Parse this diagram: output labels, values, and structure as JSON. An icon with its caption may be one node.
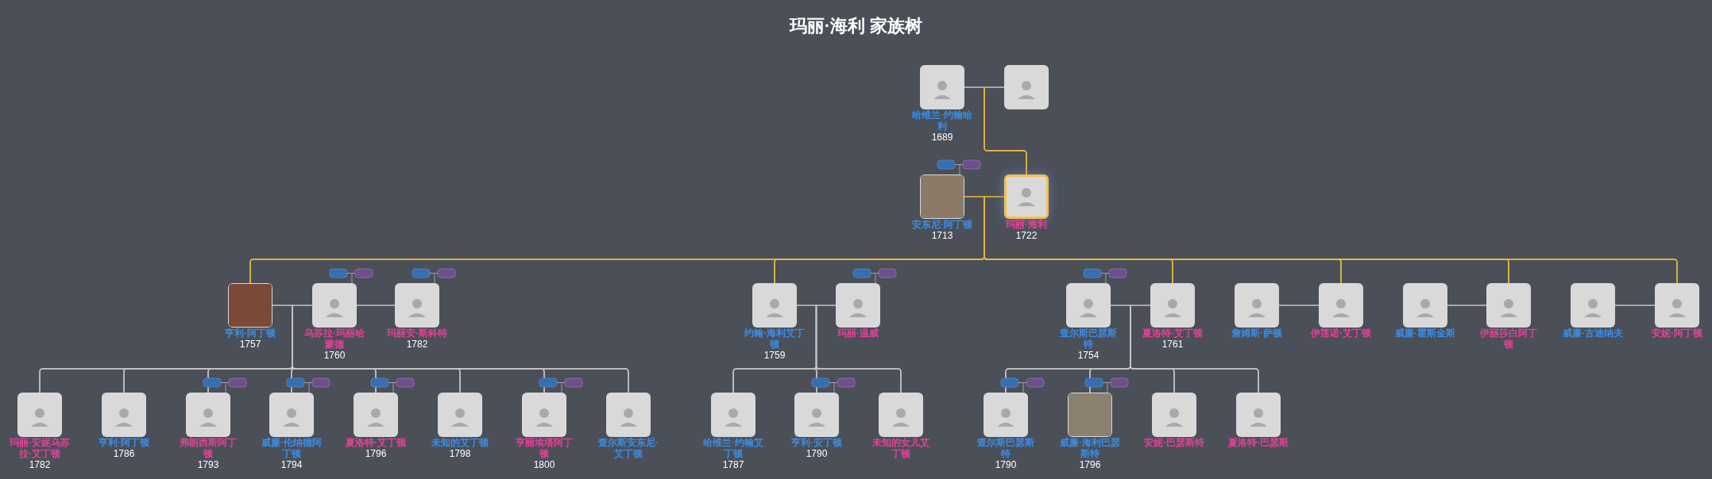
{
  "diagram": {
    "title": "玛丽·海利 家族树",
    "nodes": [
      {
        "text": [
          "哈维兰·约翰哈利",
          "1689"
        ]
      },
      {
        "text": [],
        "shape": "person"
      },
      {
        "text": [
          "安东尼·阿丁顿",
          "1713"
        ]
      },
      {
        "text": [
          "玛丽·海利",
          "1722"
        ]
      },
      {
        "text": [
          "亨利·阿丁顿",
          "1757"
        ]
      },
      {
        "text": [
          "乌苏拉·玛丽哈蒙德",
          "1760"
        ]
      },
      {
        "text": [
          "玛丽安·斯科特",
          "1782"
        ]
      },
      {
        "text": [
          "约翰·海利艾丁顿",
          "1759"
        ]
      },
      {
        "text": [
          "玛丽·温威"
        ]
      },
      {
        "text": [
          "查尔斯巴瑟斯特",
          "1754"
        ]
      },
      {
        "text": [
          "夏洛特·艾丁顿",
          "1761"
        ]
      },
      {
        "text": [
          "詹姆斯·萨顿"
        ]
      },
      {
        "text": [
          "伊莲诺·艾丁顿"
        ]
      },
      {
        "text": [
          "威廉·霍斯金斯"
        ]
      },
      {
        "text": [
          "伊丽莎白阿丁顿"
        ]
      },
      {
        "text": [
          "威廉·古迪纳夫"
        ]
      },
      {
        "text": [
          "安妮·阿丁顿"
        ]
      },
      {
        "text": [
          "玛丽·安妮乌苏拉·艾丁顿",
          "1782"
        ]
      },
      {
        "text": [
          "亨利·阿丁顿",
          "1786"
        ]
      },
      {
        "text": [
          "弗朗西斯阿丁顿",
          "1793"
        ]
      },
      {
        "text": [
          "威廉·伦纳德阿丁顿",
          "1794"
        ]
      },
      {
        "text": [
          "夏洛特·艾丁顿",
          "1796"
        ]
      },
      {
        "text": [
          "未知的艾丁顿",
          "1798"
        ]
      },
      {
        "text": [
          "亨丽埃塔阿丁顿",
          "1800"
        ]
      },
      {
        "text": [
          "查尔斯安东尼·艾丁顿"
        ]
      },
      {
        "text": [
          "哈维兰·约翰艾丁顿",
          "1787"
        ]
      },
      {
        "text": [
          "亨利·安丁顿",
          "1790"
        ]
      },
      {
        "text": [
          "未知的女儿艾丁顿"
        ]
      },
      {
        "text": [
          "查尔斯巴瑟斯特",
          "1790"
        ]
      },
      {
        "text": [
          "威廉·海利巴瑟斯特",
          "1796"
        ]
      },
      {
        "text": [
          "安妮·巴瑟斯特"
        ]
      },
      {
        "text": [
          "夏洛特·巴瑟斯"
        ]
      }
    ],
    "edges": [
      {
        "from": 0,
        "to": 1,
        "arrow": "none"
      },
      {
        "from": 2,
        "to": 3,
        "arrow": "none",
        "color": "#e8b93a"
      },
      {
        "from": 4,
        "to": 5,
        "arrow": "none"
      },
      {
        "from": 5,
        "to": 6,
        "arrow": "none"
      },
      {
        "from": 7,
        "to": 8,
        "arrow": "none"
      },
      {
        "from": 9,
        "to": 10,
        "arrow": "none"
      },
      {
        "from": 11,
        "to": 12,
        "arrow": "none"
      },
      {
        "from": 13,
        "to": 14,
        "arrow": "none"
      },
      {
        "from": 15,
        "to": 16,
        "arrow": "none"
      },
      {
        "from": 0,
        "to": 3,
        "arrow": "none",
        "color": "#e8b93a"
      },
      {
        "from": 1,
        "to": 3,
        "arrow": "none",
        "color": "#e8b93a"
      },
      {
        "from": 2,
        "to": 4,
        "arrow": "none",
        "color": "#e8b93a"
      },
      {
        "from": 3,
        "to": 4,
        "arrow": "none",
        "color": "#e8b93a"
      },
      {
        "from": 2,
        "to": 7,
        "arrow": "none",
        "color": "#e8b93a"
      },
      {
        "from": 3,
        "to": 7,
        "arrow": "none",
        "color": "#e8b93a"
      },
      {
        "from": 2,
        "to": 10,
        "arrow": "none",
        "color": "#e8b93a"
      },
      {
        "from": 3,
        "to": 10,
        "arrow": "none",
        "color": "#e8b93a"
      },
      {
        "from": 2,
        "to": 12,
        "arrow": "none",
        "color": "#e8b93a"
      },
      {
        "from": 3,
        "to": 12,
        "arrow": "none",
        "color": "#e8b93a"
      },
      {
        "from": 2,
        "to": 14,
        "arrow": "none",
        "color": "#e8b93a"
      },
      {
        "from": 3,
        "to": 14,
        "arrow": "none",
        "color": "#e8b93a"
      },
      {
        "from": 2,
        "to": 16,
        "arrow": "none",
        "color": "#e8b93a"
      },
      {
        "from": 3,
        "to": 16,
        "arrow": "none",
        "color": "#e8b93a"
      },
      {
        "from": 4,
        "to": 17,
        "arrow": "none"
      },
      {
        "from": 5,
        "to": 17,
        "arrow": "none"
      },
      {
        "from": 4,
        "to": 18,
        "arrow": "none"
      },
      {
        "from": 5,
        "to": 18,
        "arrow": "none"
      },
      {
        "from": 4,
        "to": 19,
        "arrow": "none"
      },
      {
        "from": 5,
        "to": 19,
        "arrow": "none"
      },
      {
        "from": 4,
        "to": 20,
        "arrow": "none"
      },
      {
        "from": 5,
        "to": 20,
        "arrow": "none"
      },
      {
        "from": 4,
        "to": 21,
        "arrow": "none"
      },
      {
        "from": 5,
        "to": 21,
        "arrow": "none"
      },
      {
        "from": 4,
        "to": 22,
        "arrow": "none"
      },
      {
        "from": 5,
        "to": 22,
        "arrow": "none"
      },
      {
        "from": 4,
        "to": 23,
        "arrow": "none"
      },
      {
        "from": 5,
        "to": 23,
        "arrow": "none"
      },
      {
        "from": 4,
        "to": 24,
        "arrow": "none"
      },
      {
        "from": 5,
        "to": 24,
        "arrow": "none"
      },
      {
        "from": 7,
        "to": 25,
        "arrow": "none"
      },
      {
        "from": 8,
        "to": 25,
        "arrow": "none"
      },
      {
        "from": 7,
        "to": 26,
        "arrow": "none"
      },
      {
        "from": 8,
        "to": 26,
        "arrow": "none"
      },
      {
        "from": 7,
        "to": 27,
        "arrow": "none"
      },
      {
        "from": 8,
        "to": 27,
        "arrow": "none"
      },
      {
        "from": 9,
        "to": 28,
        "arrow": "none"
      },
      {
        "from": 10,
        "to": 28,
        "arrow": "none"
      },
      {
        "from": 9,
        "to": 29,
        "arrow": "none"
      },
      {
        "from": 10,
        "to": 29,
        "arrow": "none"
      },
      {
        "from": 9,
        "to": 30,
        "arrow": "none"
      },
      {
        "from": 10,
        "to": 30,
        "arrow": "none"
      },
      {
        "from": 9,
        "to": 31,
        "arrow": "none"
      },
      {
        "from": 10,
        "to": 31,
        "arrow": "none"
      }
    ]
  }
}
